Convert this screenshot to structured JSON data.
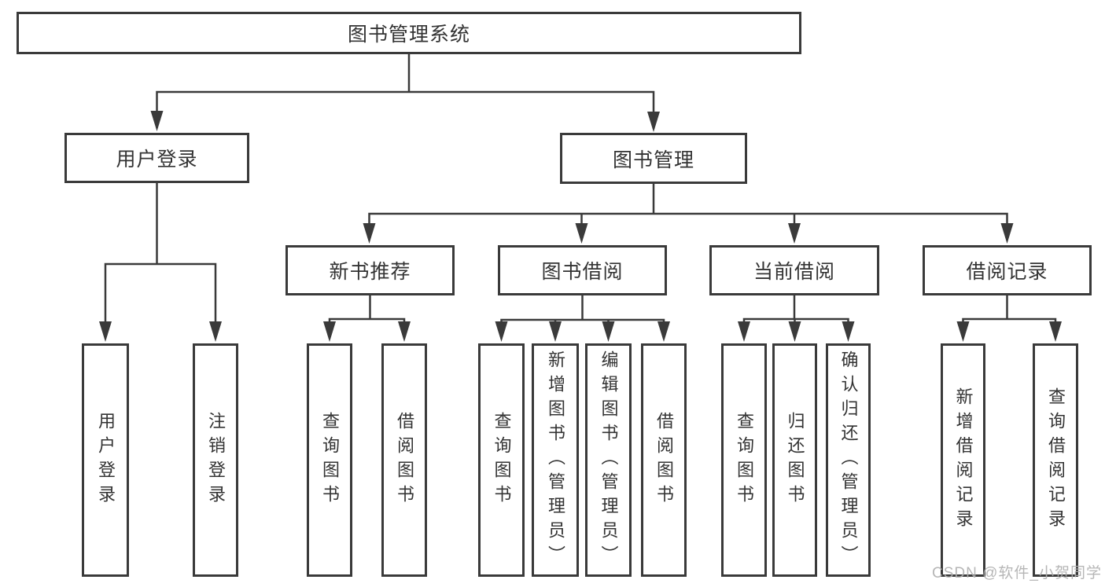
{
  "diagram": {
    "tree": {
      "root": {
        "label": "图书管理系统"
      },
      "branches": [
        {
          "label": "用户登录",
          "children": [
            {
              "label": "用户登录"
            },
            {
              "label": "注销登录"
            }
          ]
        },
        {
          "label": "图书管理",
          "children": [
            {
              "label": "新书推荐",
              "children": [
                {
                  "label": "查询图书"
                },
                {
                  "label": "借阅图书"
                }
              ]
            },
            {
              "label": "图书借阅",
              "children": [
                {
                  "label": "查询图书"
                },
                {
                  "label": "新增图书（管理员）"
                },
                {
                  "label": "编辑图书（管理员）"
                },
                {
                  "label": "借阅图书"
                }
              ]
            },
            {
              "label": "当前借阅",
              "children": [
                {
                  "label": "查询图书"
                },
                {
                  "label": "归还图书"
                },
                {
                  "label": "确认归还（管理员）"
                }
              ]
            },
            {
              "label": "借阅记录",
              "children": [
                {
                  "label": "新增借阅记录"
                },
                {
                  "label": "查询借阅记录"
                }
              ]
            }
          ]
        }
      ]
    }
  },
  "watermark": {
    "text": "CSDN @软件_小贺同学"
  },
  "colors": {
    "line": "#3a3a3a",
    "box_border": "#3a3a3a",
    "text": "#333333",
    "watermark": "#b0b0b0",
    "background": "#ffffff"
  }
}
